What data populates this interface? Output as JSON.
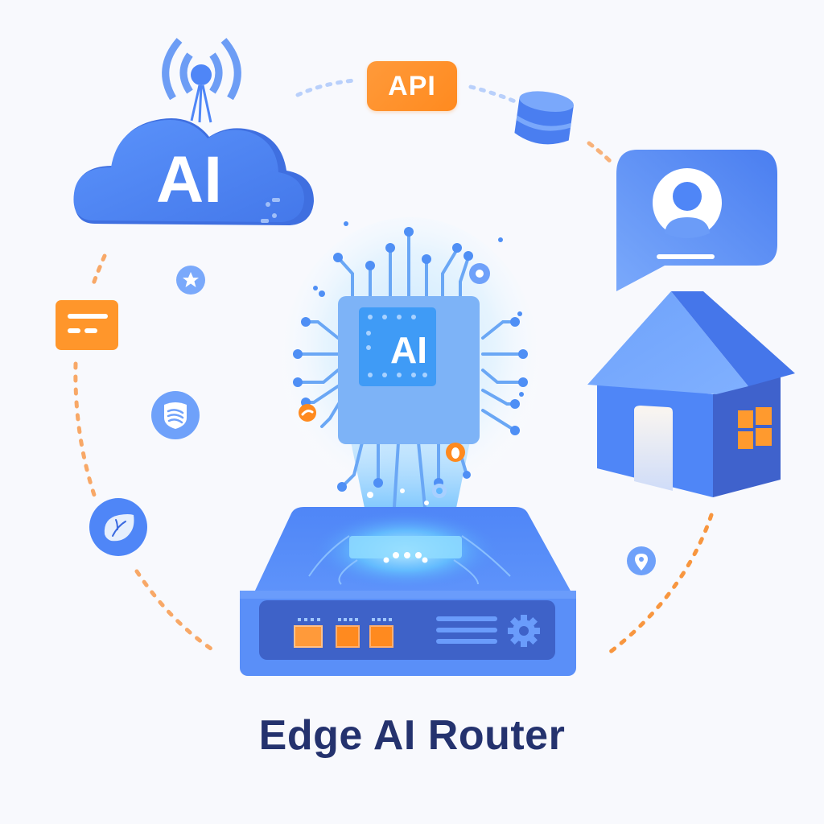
{
  "title": "Edge AI Router",
  "cloud": {
    "label": "AI",
    "icon": "cloud-icon",
    "antenna_icon": "antenna-signal-icon"
  },
  "chip": {
    "label": "AI",
    "icon": "ai-chip-icon"
  },
  "api_badge": {
    "label": "API"
  },
  "nodes": [
    {
      "name": "database",
      "icon": "database-icon"
    },
    {
      "name": "user-profile-chat",
      "icon": "user-chat-bubble-icon"
    },
    {
      "name": "smart-home",
      "icon": "house-icon"
    },
    {
      "name": "message-card",
      "icon": "message-card-icon"
    },
    {
      "name": "star",
      "icon": "star-icon"
    },
    {
      "name": "shield-data",
      "icon": "shield-icon"
    },
    {
      "name": "leaf",
      "icon": "leaf-icon"
    },
    {
      "name": "location",
      "icon": "location-pin-icon"
    },
    {
      "name": "router",
      "icon": "router-device-icon"
    }
  ],
  "router": {
    "ports": 3,
    "port_color": "#ff9a3a",
    "settings_icon": "gear-icon",
    "menu_icon": "menu-lines-icon"
  },
  "colors": {
    "background": "#f8f9fd",
    "primary_blue": "#4f86f7",
    "light_blue": "#7fb0ff",
    "dark_blue": "#3a5fc8",
    "accent_orange": "#ff9a3a",
    "title_navy": "#24326e"
  }
}
